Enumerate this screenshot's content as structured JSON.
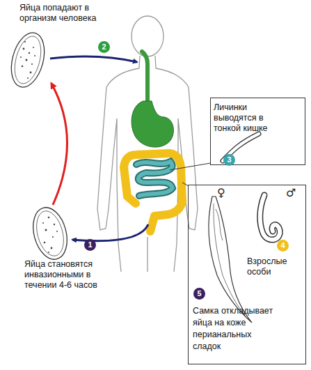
{
  "diagram": {
    "nodes": [
      {
        "text": [
          "Личинки выводятся в тонкой кишке",
          "3"
        ]
      },
      {
        "text": [
          "♀",
          "♂",
          "4",
          "Взрослые особи",
          "5",
          "Самка откладывает яйца на коже перианальных сладок"
        ]
      }
    ],
    "labels": [
      "2",
      "Яйца попадают в организм человека",
      "1",
      "Яйца становятся инвазионными в течении 4-6 часов"
    ]
  }
}
